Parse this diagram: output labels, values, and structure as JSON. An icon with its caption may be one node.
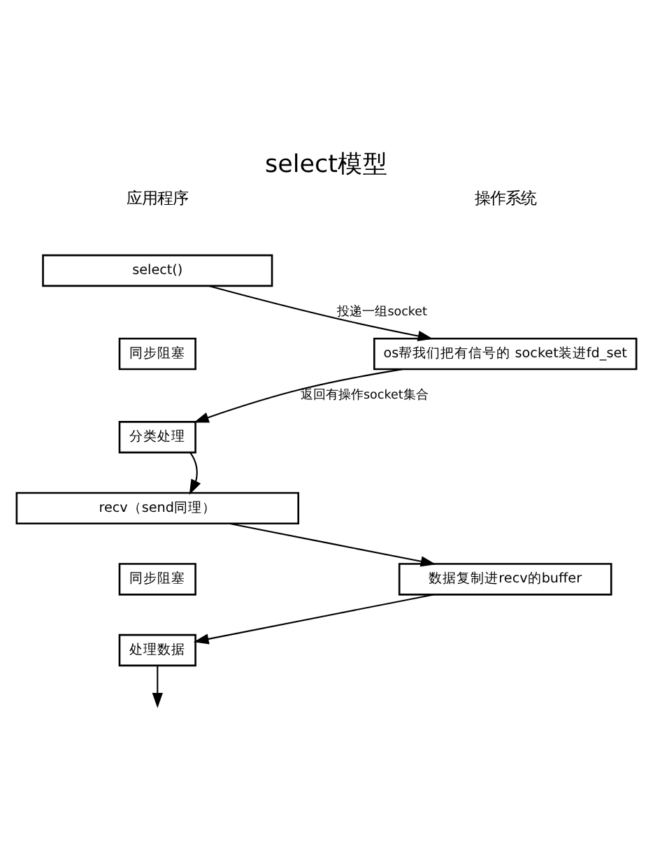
{
  "diagram": {
    "title": "select模型",
    "nodes": [
      {
        "text": [
          "select()"
        ]
      },
      {
        "text": [
          "同步阻塞"
        ]
      },
      {
        "text": [
          "os帮我们把有信号的 socket装进fd_set"
        ]
      },
      {
        "text": [
          "分类处理"
        ]
      },
      {
        "text": [
          "recv（send同理）"
        ]
      },
      {
        "text": [
          "同步阻塞"
        ]
      },
      {
        "text": [
          "数据复制进recv的buffer"
        ]
      },
      {
        "text": [
          "处理数据"
        ]
      }
    ],
    "edges": [
      {
        "from": 0,
        "to": 2,
        "arrow": "to",
        "label": "投递一组socket"
      },
      {
        "from": 2,
        "to": 3,
        "arrow": "to",
        "label": "返回有操作socket集合"
      },
      {
        "from": 3,
        "to": 4,
        "arrow": "to"
      },
      {
        "from": 4,
        "to": 6,
        "arrow": "to"
      },
      {
        "from": 6,
        "to": 7,
        "arrow": "to"
      },
      {
        "from": 7,
        "to": null,
        "arrow": "to"
      }
    ],
    "labels": [
      "应用程序",
      "操作系统"
    ]
  }
}
